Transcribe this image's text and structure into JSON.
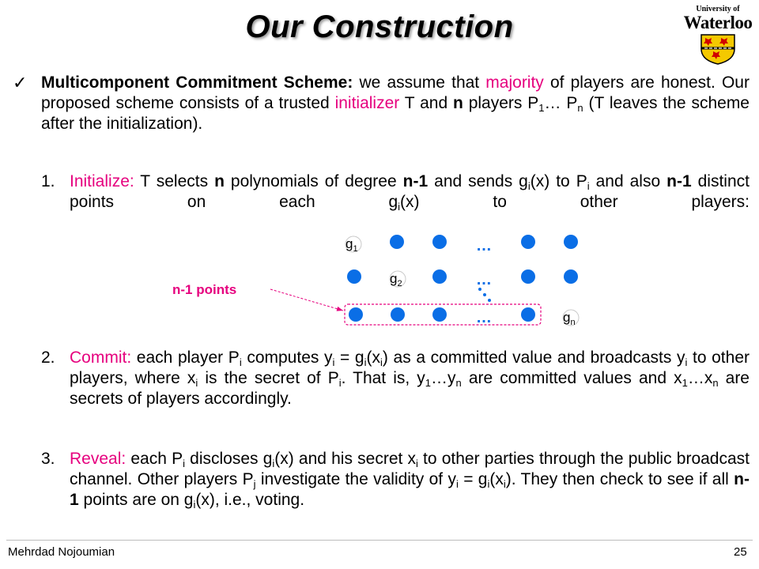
{
  "slide": {
    "title": "Our Construction",
    "logo": {
      "line1": "University of",
      "line2": "Waterloo"
    },
    "intro": {
      "heading": "Multicomponent Commitment Scheme:",
      "t1": " we assume that ",
      "majority": "majority",
      "t2": " of players are honest. Our proposed scheme consists of a trusted ",
      "initializer": "initializer",
      "t3": " T and ",
      "n": "n",
      "t4": " players P",
      "sub1": "1",
      "t5": "… P",
      "subn": "n",
      "t6": " (T leaves the scheme after the initialization)."
    },
    "steps": [
      {
        "number": "1.",
        "label": "Initialize:"
      },
      {
        "number": "2.",
        "label": "Commit:"
      },
      {
        "number": "3.",
        "label": "Reveal:"
      }
    ],
    "step1": {
      "a": " T selects ",
      "b": "n",
      "c": " polynomials of degree ",
      "d": "n-1",
      "e": " and sends g",
      "f": "i",
      "g": "(x) to P",
      "h": "i",
      "i": " and also ",
      "j": "n-1",
      "k": " distinct points on each g",
      "l": "i",
      "m": "(x) to other players:"
    },
    "diagram": {
      "callout": "n-1 points",
      "g": "g",
      "sub1": "1",
      "sub2": "2",
      "subn": "n",
      "ellipsis": "…"
    },
    "step2": {
      "a": " each player P",
      "b": "i",
      "c": " computes y",
      "d": "i",
      "e": " = g",
      "f": "i",
      "g": "(x",
      "h": "i",
      "i": ") as a committed value and broadcasts y",
      "j": "i",
      "k": " to other players, where x",
      "l": "i",
      "m": " is the secret of P",
      "n": "i",
      "o": ". That is, y",
      "p": "1",
      "q": "…y",
      "r": "n",
      "s": " are committed values and x",
      "t": "1",
      "u": "…x",
      "v": "n",
      "w": " are secrets of players accordingly."
    },
    "step3": {
      "a": " each P",
      "b": "i",
      "c": " discloses g",
      "d": "i",
      "e": "(x) and his secret x",
      "f": "i",
      "g": " to other parties through the public broadcast channel. Other players P",
      "h": "j",
      "i": " investigate the validity of y",
      "j": "i",
      "k": " = g",
      "l": "i",
      "m": "(x",
      "n": "i",
      "o": "). They then check to see if all ",
      "p": "n-1",
      "q": " points are on g",
      "r": "i",
      "s": "(x), i.e., voting."
    },
    "footer": {
      "author": "Mehrdad Nojoumian",
      "page": "25"
    },
    "colors": {
      "accent": "#e6007e",
      "dot": "#0a6ee6"
    }
  }
}
